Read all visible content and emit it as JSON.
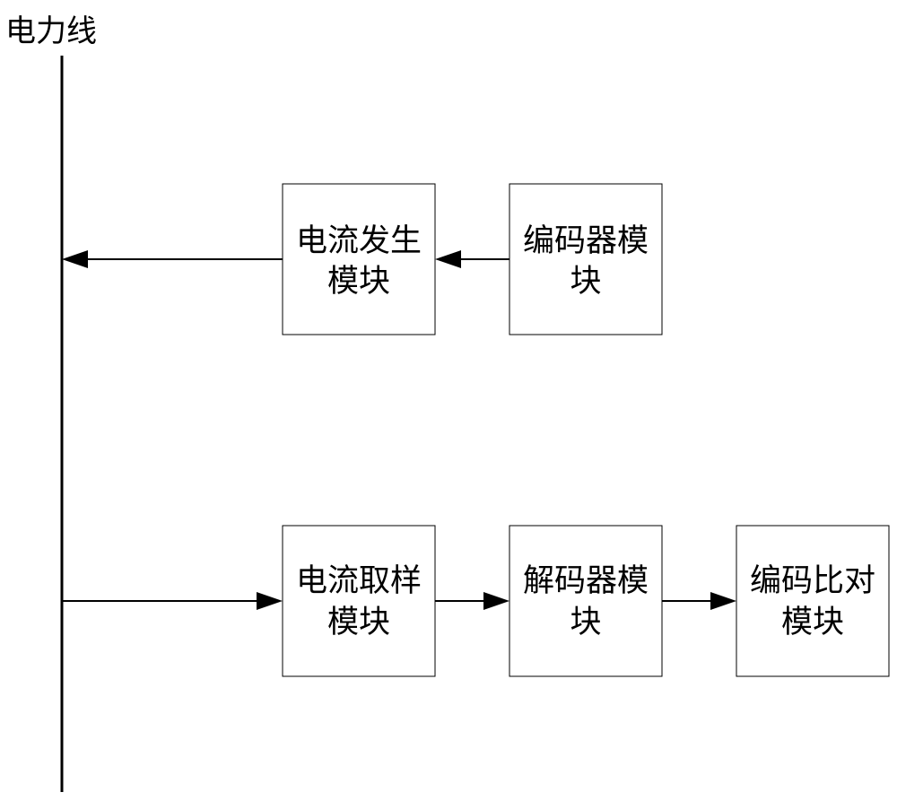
{
  "diagram": {
    "title": "电力线",
    "modules": {
      "current_generator": {
        "line1": "电流发生",
        "line2": "模块"
      },
      "encoder": {
        "line1": "编码器模",
        "line2": "块"
      },
      "current_sampler": {
        "line1": "电流取样",
        "line2": "模块"
      },
      "decoder": {
        "line1": "解码器模",
        "line2": "块"
      },
      "code_comparator": {
        "line1": "编码比对",
        "line2": "模块"
      }
    }
  }
}
